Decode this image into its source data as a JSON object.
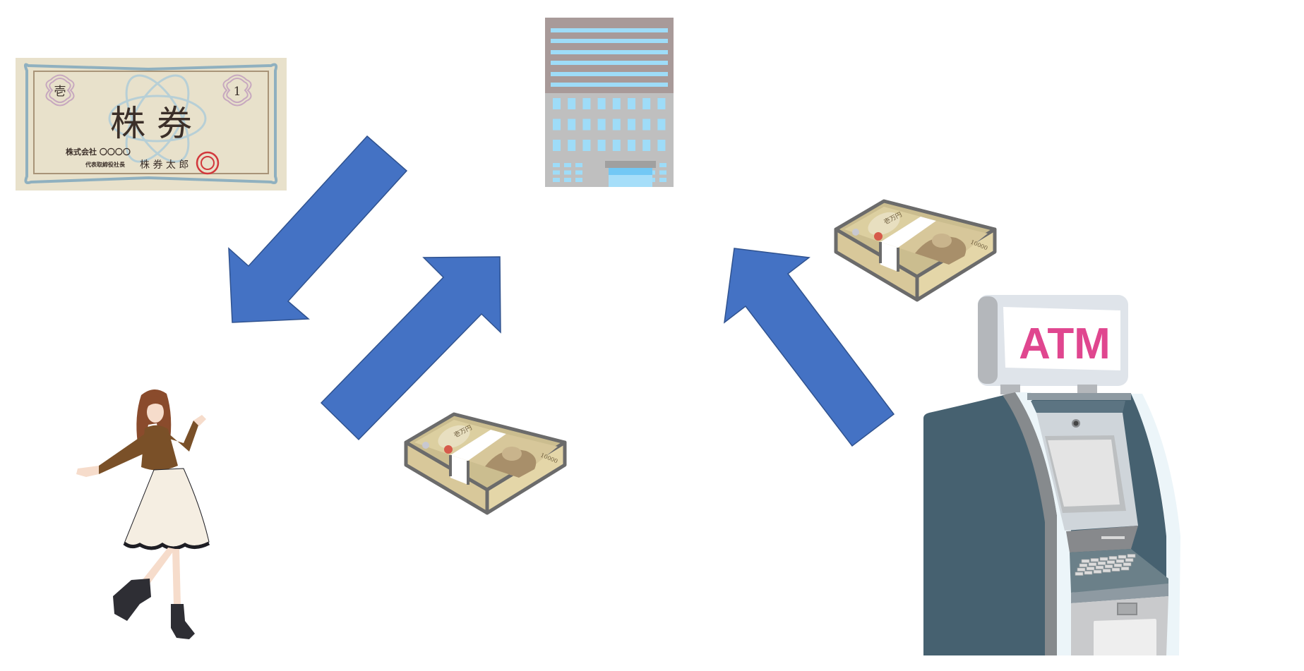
{
  "diagram": {
    "title": "",
    "nodes": [
      {
        "id": "stock-certificate",
        "label": "Stock certificate"
      },
      {
        "id": "company-building",
        "label": "Company"
      },
      {
        "id": "investor",
        "label": "Investor"
      },
      {
        "id": "atm",
        "label": "ATM"
      },
      {
        "id": "money-to-company",
        "label": "Money bundle"
      },
      {
        "id": "money-from-atm",
        "label": "Money bundle"
      }
    ],
    "edges": [
      {
        "from": "company-building",
        "to": "investor",
        "meaning": "issues stock certificate"
      },
      {
        "from": "investor",
        "to": "company-building",
        "meaning": "pays money"
      },
      {
        "from": "atm",
        "to": "company-building",
        "meaning": "money"
      }
    ],
    "colors": {
      "arrow_fill": "#4472c4",
      "arrow_stroke": "#2f528f",
      "atm_text": "#e0468f",
      "atm_body": "#466170",
      "certificate_bg": "#e8e1cb",
      "building_top": "#a89a99",
      "building_body": "#bfbfbf",
      "window": "#9edcf8"
    }
  },
  "certificate": {
    "title": "株 券",
    "corner_left": "壱",
    "corner_right": "1",
    "company_line": "株式会社 〇〇〇〇",
    "rep_title": "代表取締役社長",
    "rep_name": "株 券 太 郎"
  },
  "atm": {
    "sign": "ATM"
  },
  "money": {
    "front_label": "壱万円",
    "denomination": "10000"
  }
}
